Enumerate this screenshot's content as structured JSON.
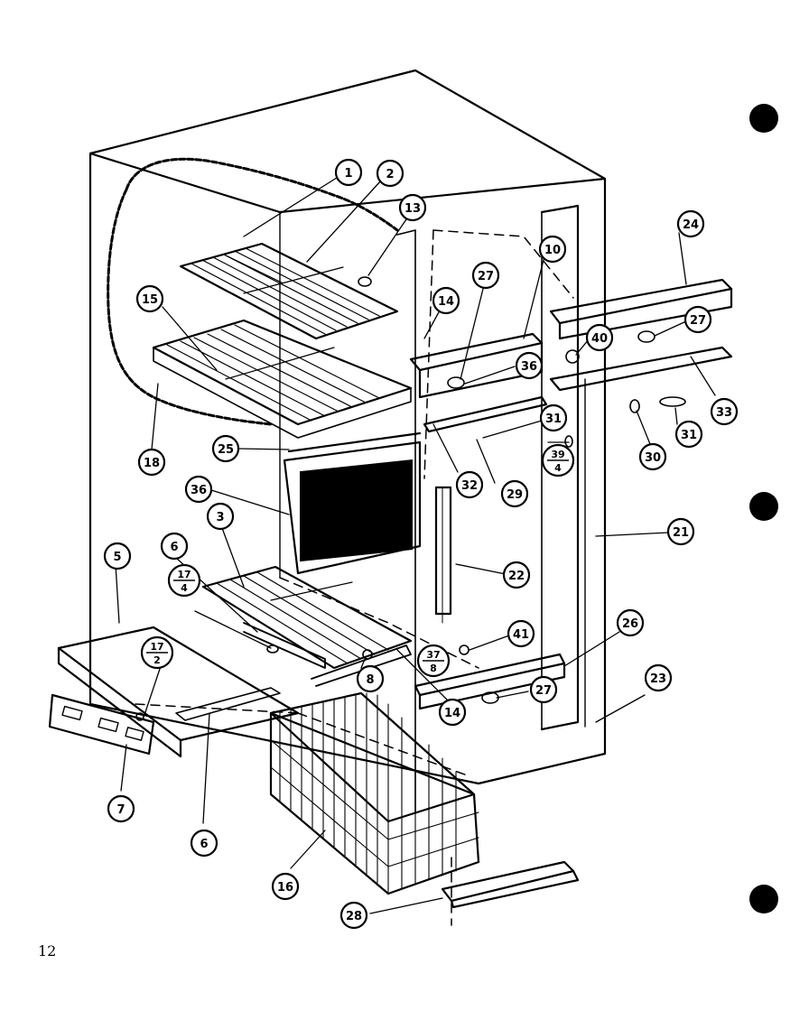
{
  "page_number": "12",
  "callouts": [
    {
      "id": "c1",
      "label": "1"
    },
    {
      "id": "c2",
      "label": "2"
    },
    {
      "id": "c13",
      "label": "13"
    },
    {
      "id": "c24",
      "label": "24"
    },
    {
      "id": "c10a",
      "label": "10"
    },
    {
      "id": "c27a",
      "label": "27"
    },
    {
      "id": "c14a",
      "label": "14"
    },
    {
      "id": "c15",
      "label": "15"
    },
    {
      "id": "c36a",
      "label": "36"
    },
    {
      "id": "c27b",
      "label": "27"
    },
    {
      "id": "c40",
      "label": "40"
    },
    {
      "id": "c33",
      "label": "33"
    },
    {
      "id": "c31a",
      "label": "31"
    },
    {
      "id": "c31b",
      "label": "31"
    },
    {
      "id": "c30",
      "label": "30"
    },
    {
      "id": "c18",
      "label": "18"
    },
    {
      "id": "c25",
      "label": "25"
    },
    {
      "id": "c32",
      "label": "32"
    },
    {
      "id": "c29",
      "label": "29"
    },
    {
      "id": "c36b",
      "label": "36"
    },
    {
      "id": "c3",
      "label": "3"
    },
    {
      "id": "c21",
      "label": "21"
    },
    {
      "id": "c22",
      "label": "22"
    },
    {
      "id": "c5",
      "label": "5"
    },
    {
      "id": "c6a",
      "label": "6"
    },
    {
      "id": "c41",
      "label": "41"
    },
    {
      "id": "c26",
      "label": "26"
    },
    {
      "id": "c8",
      "label": "8"
    },
    {
      "id": "c23",
      "label": "23"
    },
    {
      "id": "c27c",
      "label": "27"
    },
    {
      "id": "c14b",
      "label": "14"
    },
    {
      "id": "c7",
      "label": "7"
    },
    {
      "id": "c6b",
      "label": "6"
    },
    {
      "id": "c16",
      "label": "16"
    },
    {
      "id": "c28",
      "label": "28"
    }
  ],
  "fraction_callouts": [
    {
      "id": "f39",
      "num": "39",
      "den": "4"
    },
    {
      "id": "f17a",
      "num": "17",
      "den": "4"
    },
    {
      "id": "f17b",
      "num": "17",
      "den": "2"
    },
    {
      "id": "f37",
      "num": "37",
      "den": "8"
    }
  ]
}
